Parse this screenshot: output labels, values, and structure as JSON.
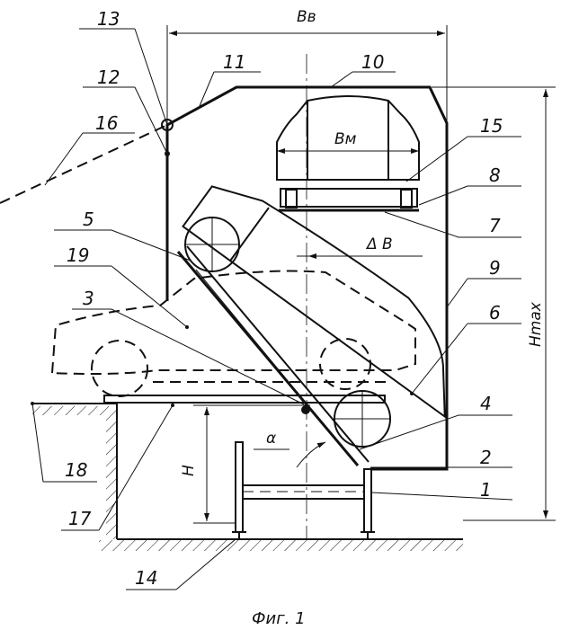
{
  "figure": {
    "caption": "Фиг. 1",
    "dimensions": {
      "width_bv": "Вв",
      "width_bm": "Вм",
      "delta_b": "Δ В",
      "height_h": "Н",
      "height_hmax": "Нmax",
      "angle": "α"
    },
    "callouts": [
      "1",
      "2",
      "3",
      "4",
      "5",
      "6",
      "7",
      "8",
      "9",
      "10",
      "11",
      "12",
      "13",
      "14",
      "15",
      "16",
      "17",
      "18",
      "19"
    ]
  }
}
